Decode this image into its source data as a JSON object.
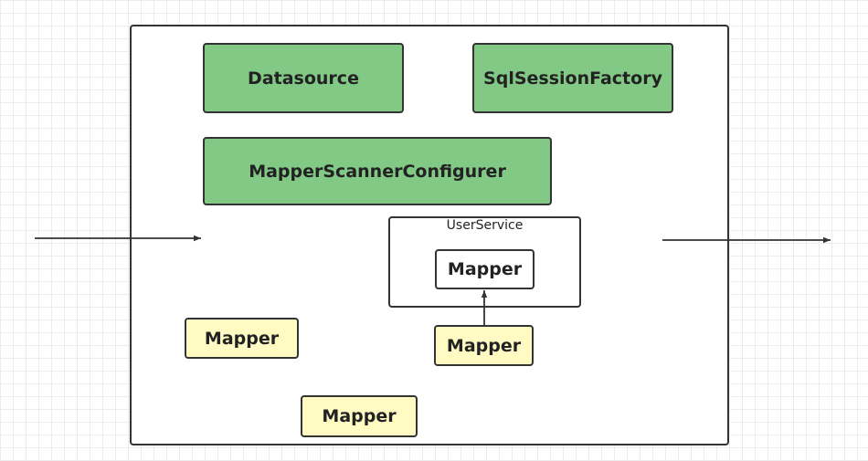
{
  "nodes": {
    "datasource": "Datasource",
    "sql_session_factory": "SqlSessionFactory",
    "mapper_scanner_configurer": "MapperScannerConfigurer",
    "user_service": "UserService",
    "mapper_in_service": "Mapper",
    "mapper_injected": "Mapper",
    "mapper_left": "Mapper",
    "mapper_bottom": "Mapper"
  },
  "colors": {
    "green_fill": "#82c985",
    "yellow_fill": "#fffbc3",
    "stroke": "#333333"
  }
}
